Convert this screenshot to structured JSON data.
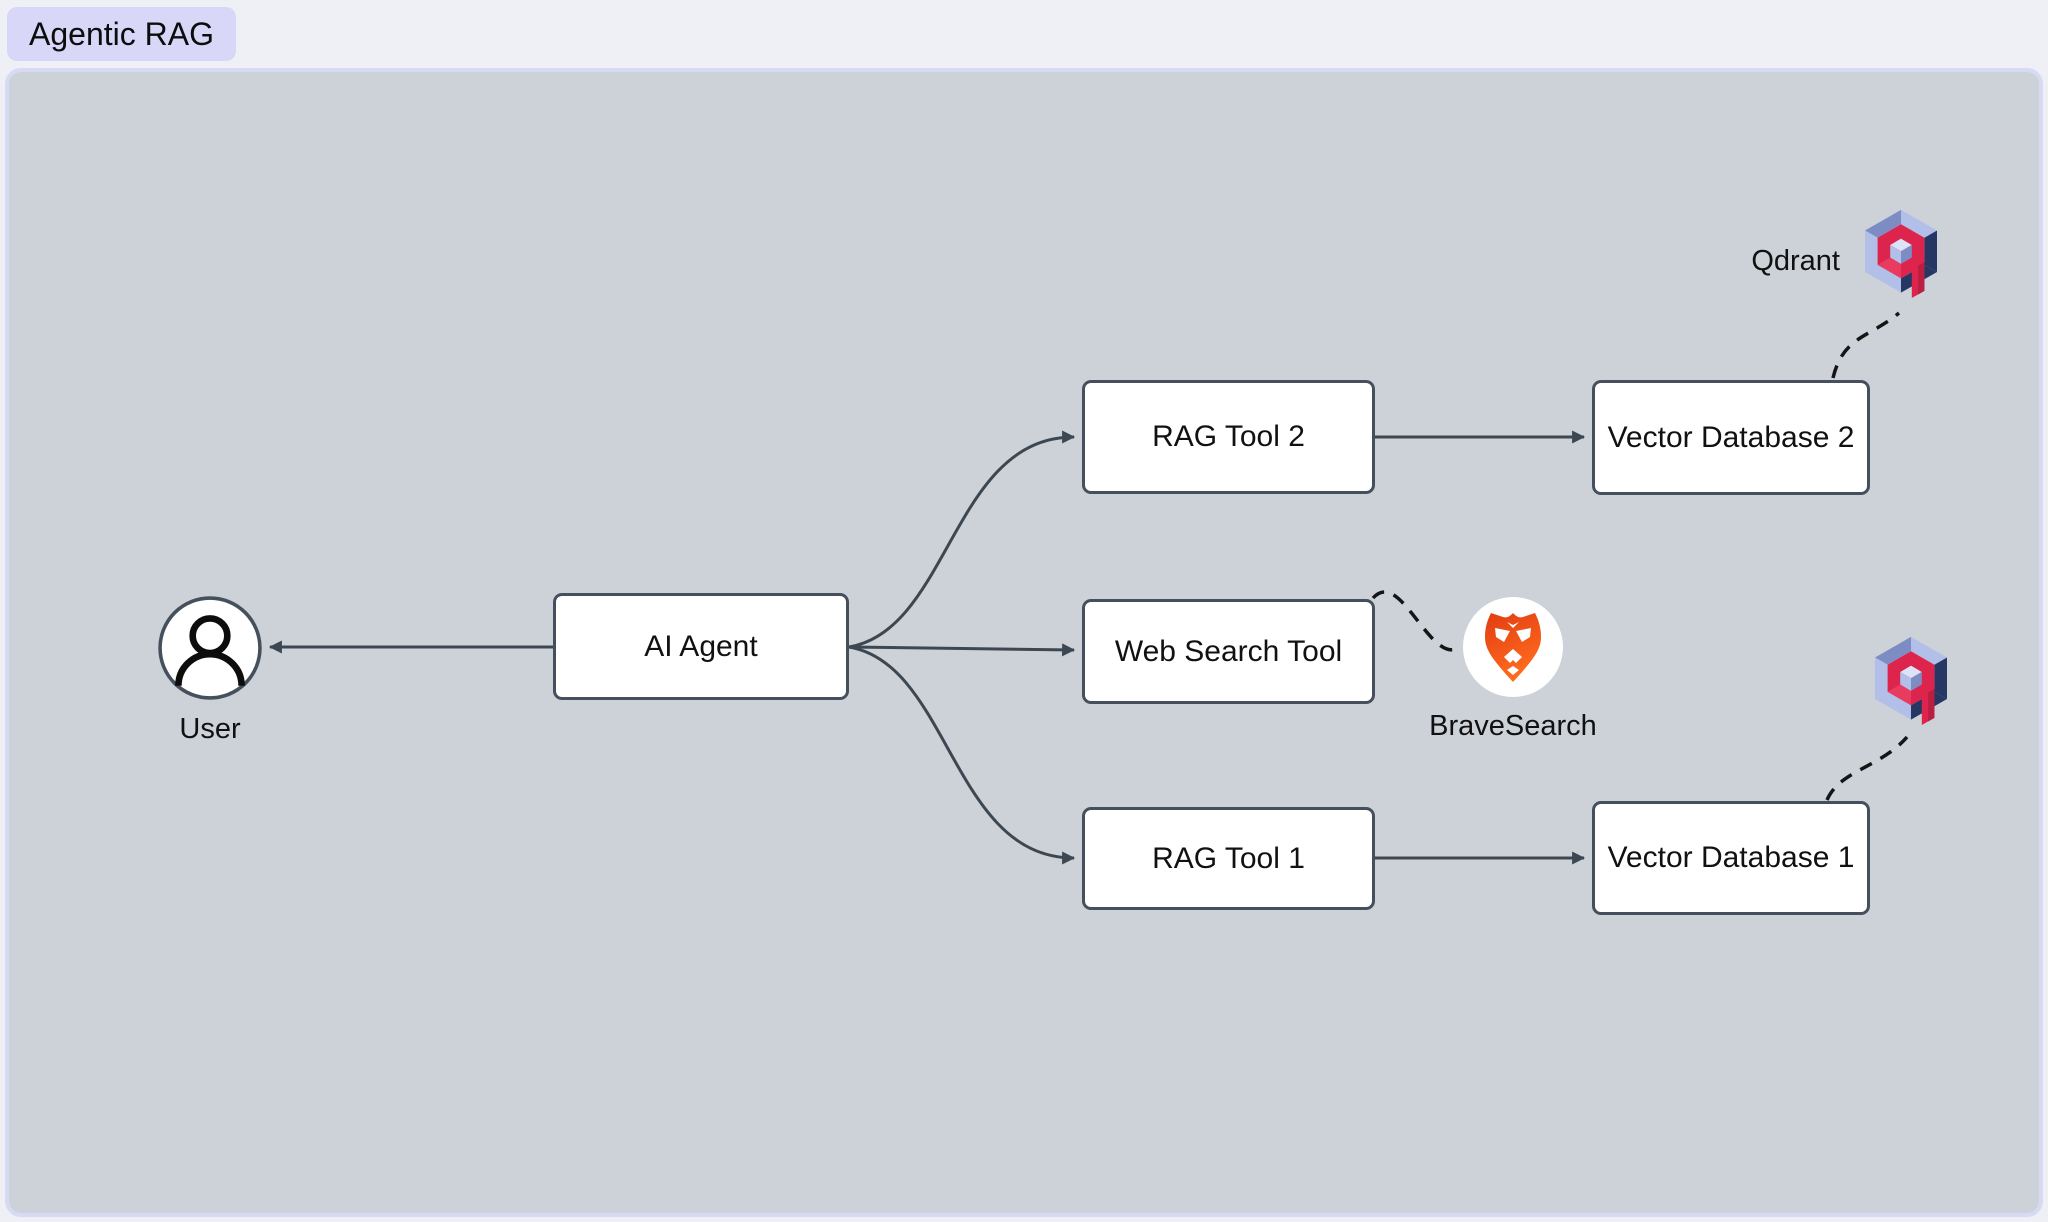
{
  "header": {
    "title": "Agentic RAG"
  },
  "diagram": {
    "nodes": {
      "user": {
        "label": "User",
        "type": "actor",
        "icon": "user-icon"
      },
      "ai_agent": {
        "label": "AI Agent",
        "type": "box"
      },
      "rag_tool_2": {
        "label": "RAG Tool 2",
        "type": "box"
      },
      "web_search_tool": {
        "label": "Web Search Tool",
        "type": "box"
      },
      "rag_tool_1": {
        "label": "RAG Tool 1",
        "type": "box"
      },
      "vector_db_2": {
        "label": "Vector Database 2",
        "type": "box"
      },
      "vector_db_1": {
        "label": "Vector Database 1",
        "type": "box"
      }
    },
    "annotations": {
      "qdrant_top": {
        "label": "Qdrant",
        "icon": "qdrant-icon"
      },
      "qdrant_bottom": {
        "label": "",
        "icon": "qdrant-icon"
      },
      "brave": {
        "label": "BraveSearch",
        "icon": "brave-lion-icon"
      }
    },
    "edges": [
      {
        "from": "ai_agent",
        "to": "user",
        "style": "solid-arrow"
      },
      {
        "from": "ai_agent",
        "to": "rag_tool_2",
        "style": "solid-arrow"
      },
      {
        "from": "ai_agent",
        "to": "web_search_tool",
        "style": "solid-arrow"
      },
      {
        "from": "ai_agent",
        "to": "rag_tool_1",
        "style": "solid-arrow"
      },
      {
        "from": "rag_tool_2",
        "to": "vector_db_2",
        "style": "solid-arrow"
      },
      {
        "from": "rag_tool_1",
        "to": "vector_db_1",
        "style": "solid-arrow"
      },
      {
        "from": "web_search_tool",
        "to": "brave",
        "style": "dashed"
      },
      {
        "from": "vector_db_2",
        "to": "qdrant_top",
        "style": "dashed"
      },
      {
        "from": "vector_db_1",
        "to": "qdrant_bottom",
        "style": "dashed"
      }
    ],
    "colors": {
      "page_bg": "#eff0f5",
      "canvas_bg": "#cdd2d9",
      "canvas_border": "#d7daf5",
      "title_chip_bg": "#d9d7f8",
      "node_border": "#46505c",
      "edge_solid": "#3d4751",
      "edge_dashed": "#151515",
      "qdrant_red": "#dc244c",
      "qdrant_dark_red": "#b81f41",
      "qdrant_navy": "#263764",
      "qdrant_blue": "#7d8dc4",
      "qdrant_light": "#b2bfe8",
      "brave_orange_top": "#e23c12",
      "brave_orange_bottom": "#ff6b1e"
    }
  }
}
